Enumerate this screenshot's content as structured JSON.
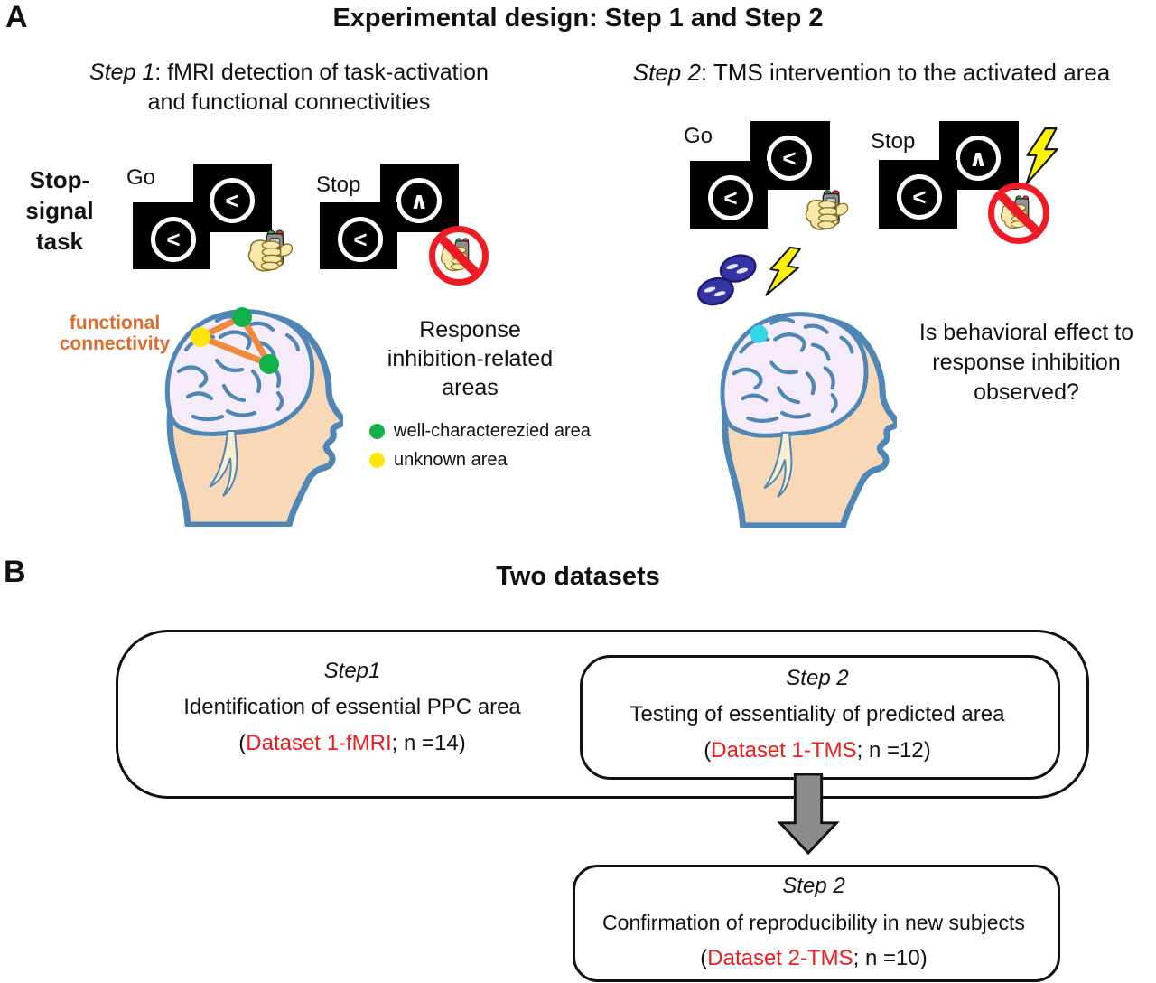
{
  "colors": {
    "red_dataset": "#EE1C1C",
    "prohibition_red": "#EE1B24",
    "head_outline_blue": "#4E86B6",
    "skin": "#F9D8B8",
    "brain_fill": "#F6EBF8",
    "connectivity_orange": "#F08A3C",
    "connectivity_text_orange": "#DD6B2F",
    "well_characterized_green": "#12B24B",
    "unknown_yellow": "#FFE60A",
    "tms_target_cyan": "#35D6E8",
    "coil_blue": "#3434A4",
    "lightning_yellow": "#FFF200",
    "arrow_gray": "#8C8C8C"
  },
  "panelA": {
    "label": "A",
    "title": "Experimental design: Step 1 and Step 2",
    "step1": {
      "step": "Step 1",
      "rest": ": fMRI detection of task-activation",
      "line2": "and functional connectivities"
    },
    "step2": {
      "step": "Step 2",
      "rest": ": TMS intervention to the activated area"
    },
    "task_label": [
      "Stop-",
      "signal",
      "task"
    ],
    "stimuli": {
      "go_label": "Go",
      "stop_label": "Stop",
      "glyph_left": "<",
      "glyph_up": "∧"
    },
    "connectivity_label": [
      "functional",
      "connectivity"
    ],
    "areas_heading": [
      "Response",
      "inhibition-related",
      "areas"
    ],
    "legend": [
      {
        "label": "well-characterezied area",
        "color": "#12B24B"
      },
      {
        "label": "unknown area",
        "color": "#FFE60A"
      }
    ],
    "question": [
      "Is behavioral effect to",
      "response inhibition",
      "observed?"
    ]
  },
  "panelB": {
    "label": "B",
    "title": "Two datasets",
    "boxes": [
      {
        "step": "Step1",
        "line": "Identification of essential PPC area",
        "open": "(",
        "dataset": "Dataset 1-fMRI",
        "suffix": "; n =14)"
      },
      {
        "step": "Step 2",
        "line": "Testing of essentiality of predicted area",
        "open": "(",
        "dataset": "Dataset 1-TMS",
        "suffix": "; n =12)"
      },
      {
        "step": "Step 2",
        "line": "Confirmation of reproducibility in new subjects",
        "open": "(",
        "dataset": "Dataset 2-TMS",
        "suffix": "; n =10)"
      }
    ]
  }
}
